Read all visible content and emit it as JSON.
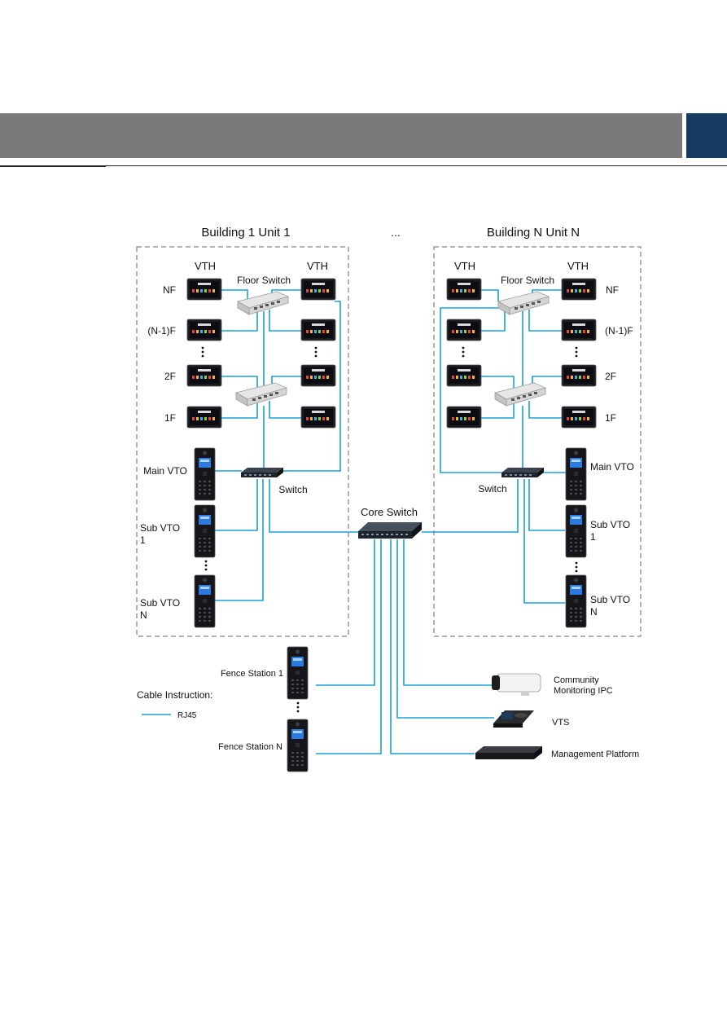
{
  "labels": {
    "building1": "Building 1 Unit 1",
    "ellipsis": "...",
    "buildingN": "Building N Unit N",
    "vth": "VTH",
    "floor_switch": "Floor Switch",
    "nf": "NF",
    "n1f": "(N-1)F",
    "f2": "2F",
    "f1": "1F",
    "main_vto": "Main VTO",
    "switch": "Switch",
    "sub_vto_1": "Sub VTO 1",
    "sub_vto_n": "Sub VTO N",
    "core_switch": "Core Switch",
    "fence1": "Fence Station 1",
    "fenceN": "Fence Station N",
    "cable_title": "Cable Instruction:",
    "rj45": "RJ45",
    "ipc": "Community Monitoring IPC",
    "vts": "VTS",
    "mgmt": "Management Platform"
  },
  "colors": {
    "cable": "#1aa0d8",
    "header_bar": "#7a7a7a",
    "header_tab": "#173a63"
  }
}
